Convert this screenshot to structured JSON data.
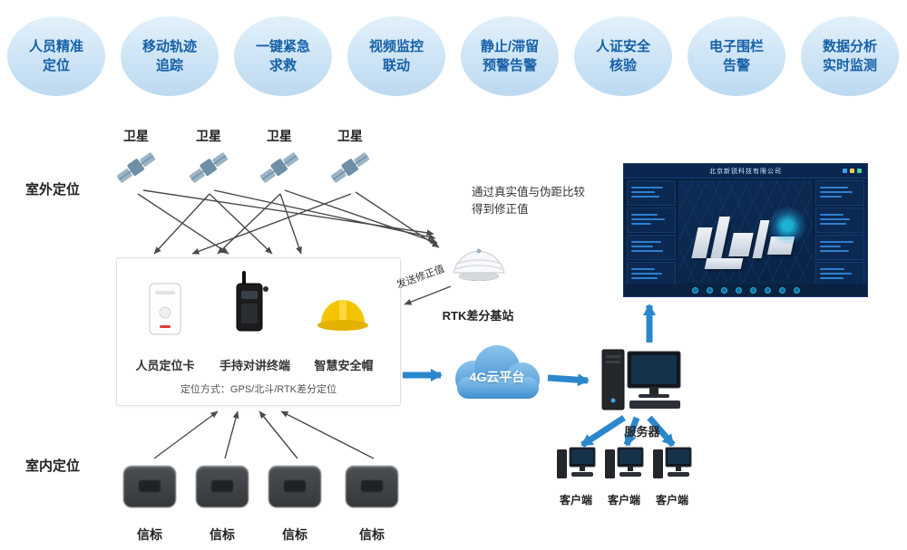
{
  "badges": [
    {
      "line1": "人员精准",
      "line2": "定位"
    },
    {
      "line1": "移动轨迹",
      "line2": "追踪"
    },
    {
      "line1": "一键紧急",
      "line2": "求救"
    },
    {
      "line1": "视频监控",
      "line2": "联动"
    },
    {
      "line1": "静止/滞留",
      "line2": "预警告警"
    },
    {
      "line1": "人证安全",
      "line2": "核验"
    },
    {
      "line1": "电子围栏",
      "line2": "告警"
    },
    {
      "line1": "数据分析",
      "line2": "实时监测"
    }
  ],
  "sections": {
    "outdoor": "室外定位",
    "indoor": "室内定位"
  },
  "satellite_label": "卫星",
  "device_box": {
    "devices": [
      "人员定位卡",
      "手持对讲终端",
      "智慧安全帽"
    ],
    "caption": "定位方式：GPS/北斗/RTK差分定位"
  },
  "rtk": {
    "label": "RTK差分基站",
    "note": "通过真实值与伪距比较得到修正值",
    "send_label": "发送修正值"
  },
  "cloud": {
    "label": "4G云平台"
  },
  "server": {
    "label": "服务器"
  },
  "client_label": "客户端",
  "beacon_label": "信标",
  "dashboard": {
    "title": "北京新锐科技有限公司"
  },
  "colors": {
    "accent": "#2b87cc",
    "badge_text": "#1660a8"
  }
}
